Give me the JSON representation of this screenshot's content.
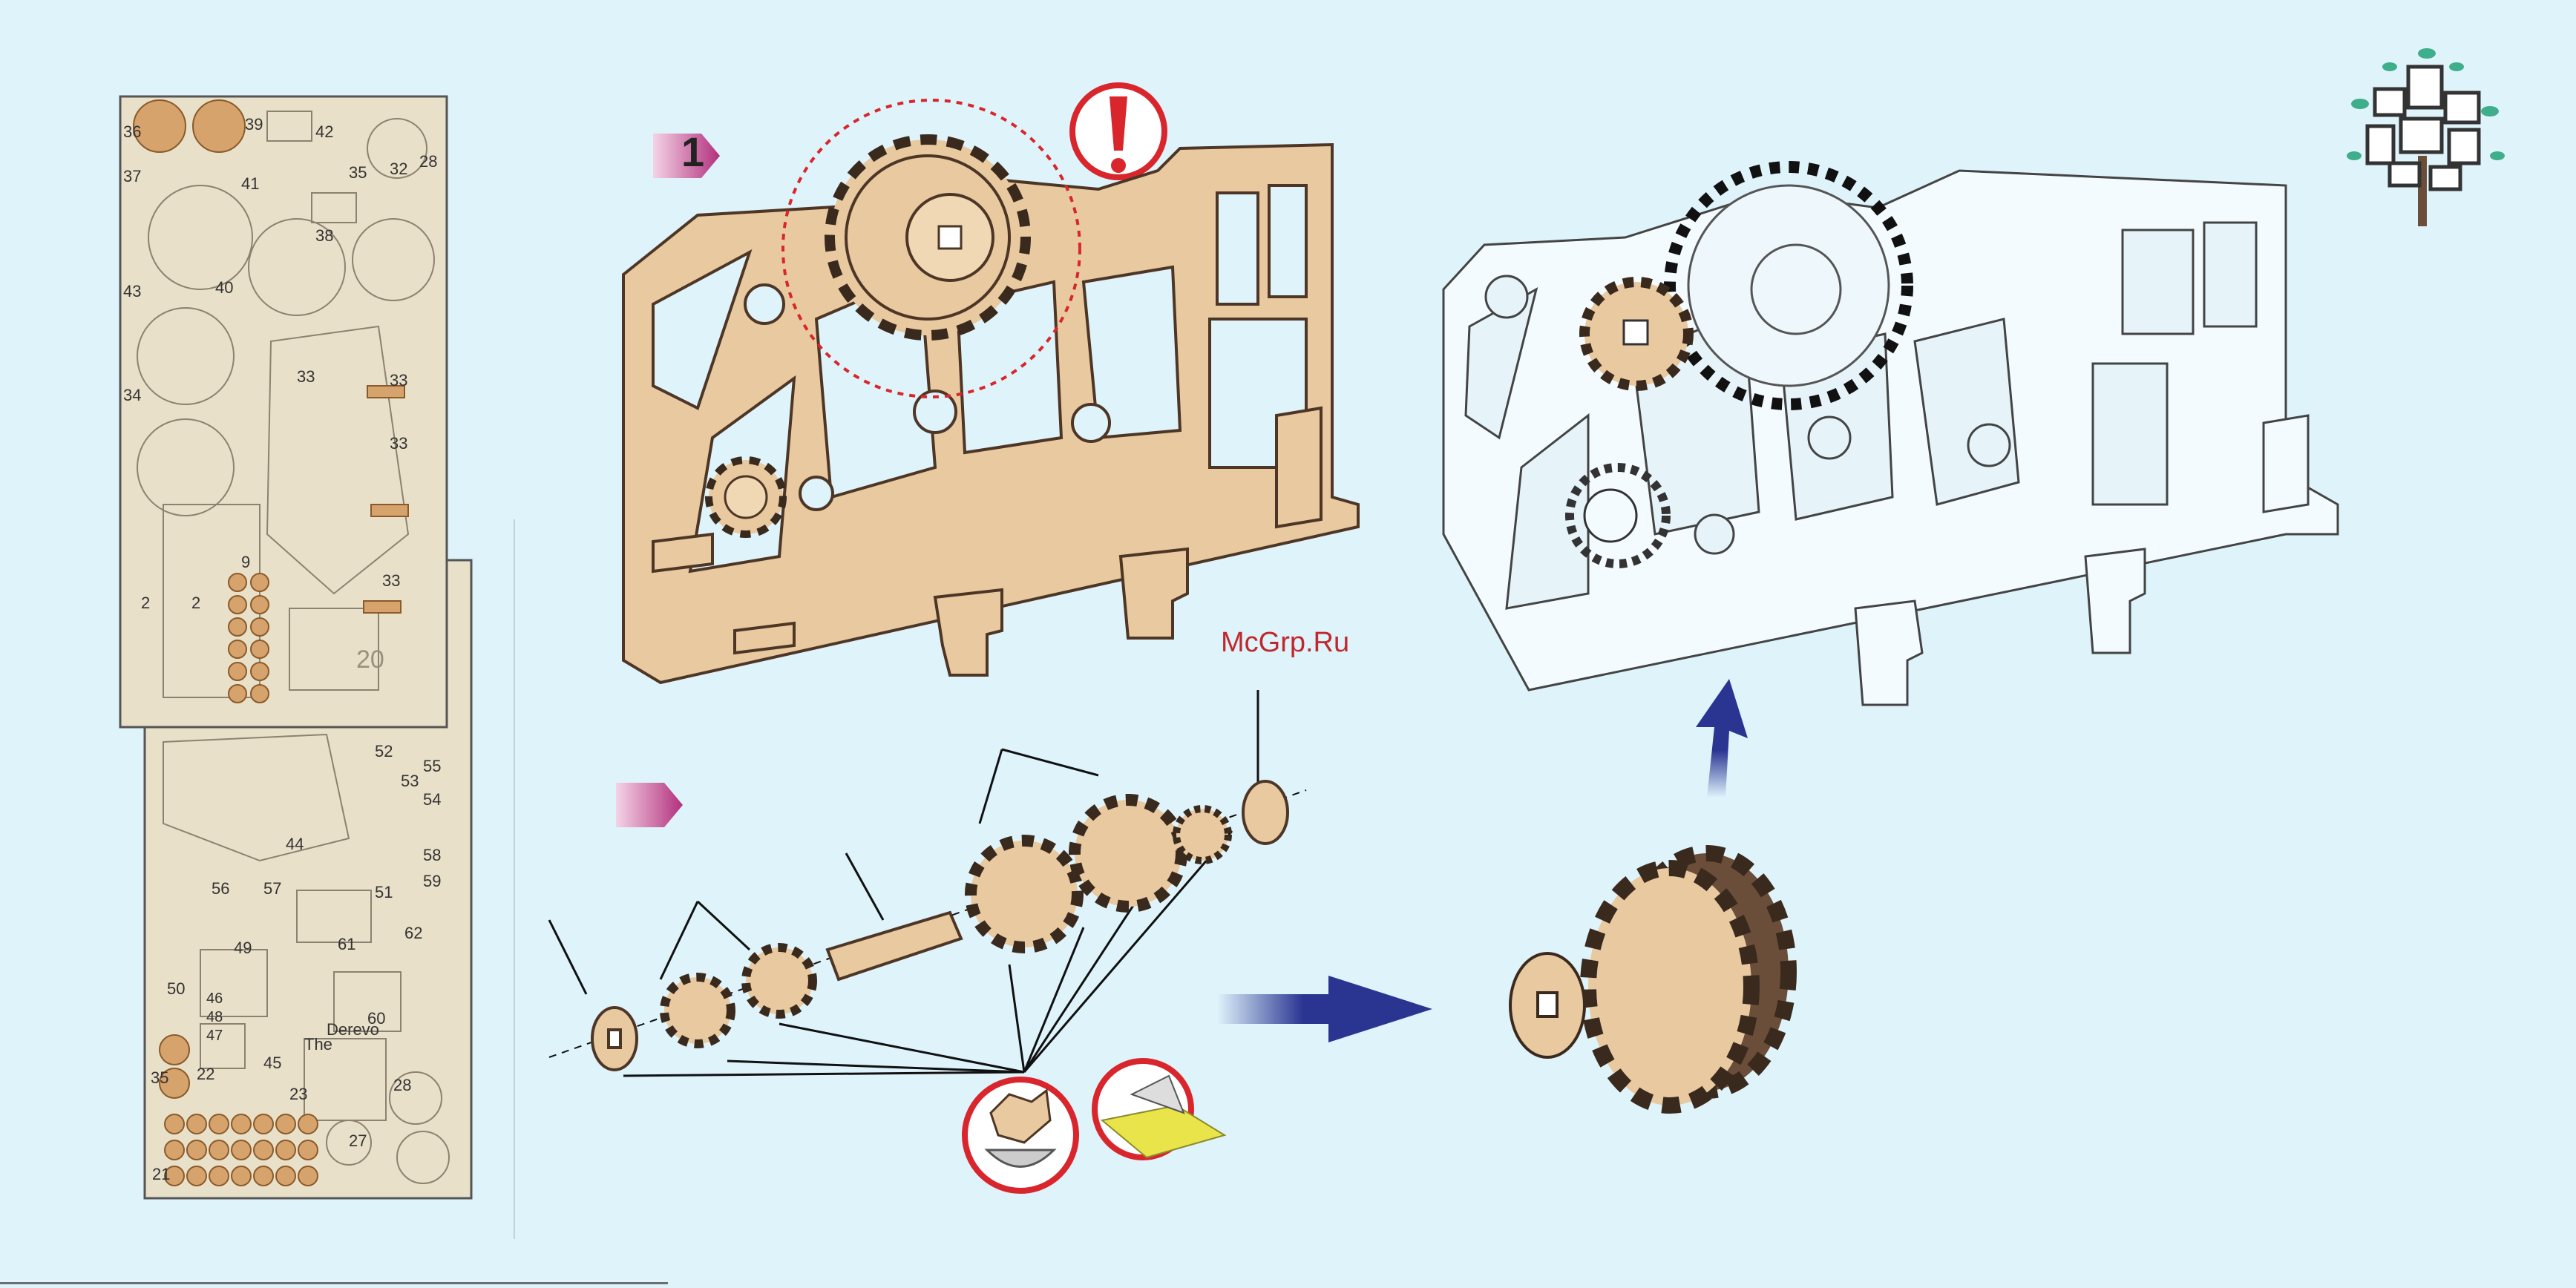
{
  "step": {
    "number": "1"
  },
  "watermark": {
    "text": "McGrp.Ru"
  },
  "sheet_top": {
    "labels": [
      "36",
      "37",
      "38",
      "39",
      "40",
      "41",
      "42",
      "43",
      "34",
      "35",
      "32",
      "33",
      "28",
      "9",
      "33",
      "33",
      "2",
      "2",
      "20",
      "33"
    ]
  },
  "sheet_bottom": {
    "labels": [
      "52",
      "55",
      "53",
      "54",
      "58",
      "59",
      "56",
      "57",
      "44",
      "49",
      "50",
      "61",
      "62",
      "51",
      "60",
      "48",
      "46",
      "47",
      "The",
      "Derevo",
      "45",
      "23",
      "28",
      "27",
      "35",
      "22",
      "21"
    ]
  },
  "colors": {
    "background": "#dff3fb",
    "wood": "#e8c9a0",
    "wood_dark": "#5a4030",
    "arrow": "#2a3592",
    "warning": "#d8262c",
    "step_marker": "#b2307d"
  }
}
